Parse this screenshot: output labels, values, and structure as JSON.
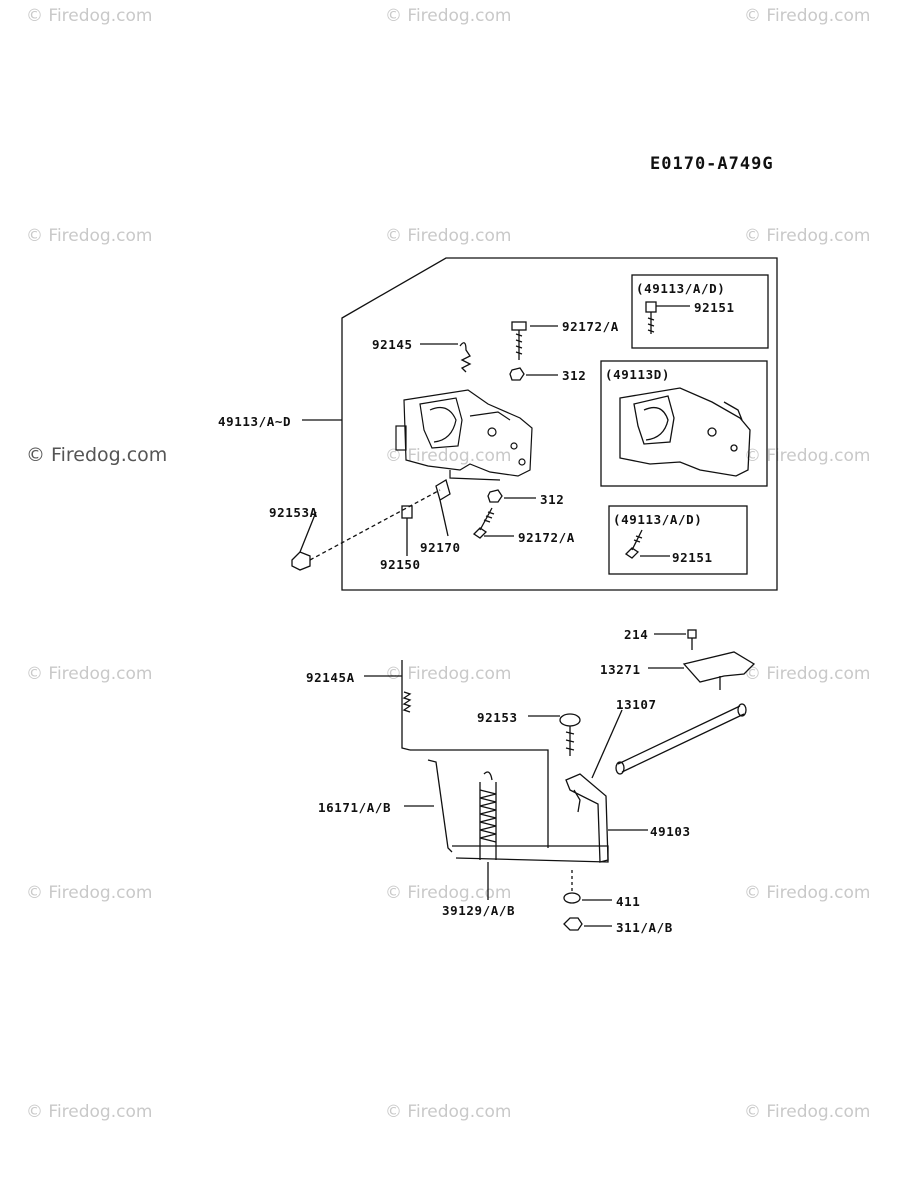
{
  "diagram_code": "E0170-A749G",
  "watermark": "© Firedog.com",
  "inset_labels": {
    "top_group": "(49113/A/D)",
    "middle_group": "(49113D)",
    "bottom_group": "(49113/A/D)"
  },
  "part_labels": {
    "p92172A_top": "92172/A",
    "p92145": "92145",
    "p312_top": "312",
    "p49113": "49113/A~D",
    "p312_bottom": "312",
    "p92153A": "92153A",
    "p92170": "92170",
    "p92150": "92150",
    "p92172A_bottom": "92172/A",
    "p92151_top": "92151",
    "p92151_bottom": "92151",
    "p214": "214",
    "p13271": "13271",
    "p92145A": "92145A",
    "p13107": "13107",
    "p92153": "92153",
    "p16171": "16171/A/B",
    "p49103": "49103",
    "p39129": "39129/A/B",
    "p411": "411",
    "p311": "311/A/B"
  }
}
